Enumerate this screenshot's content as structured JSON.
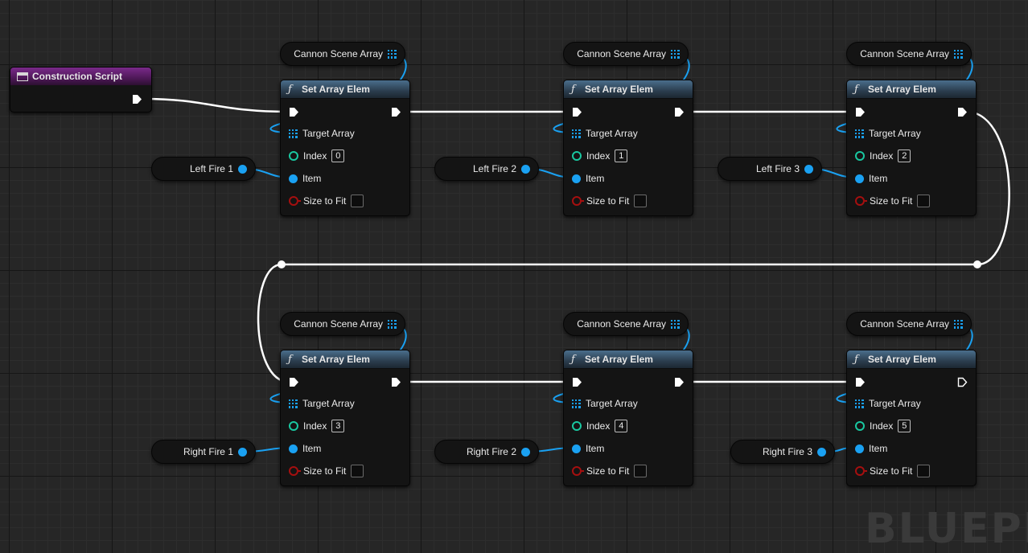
{
  "graph": {
    "watermark": "BLUEPR",
    "construction_script": {
      "title": "Construction Script"
    },
    "set_nodes": [
      {
        "title": "Set Array Elem",
        "target_label": "Target Array",
        "index_label": "Index",
        "index_value": "0",
        "item_label": "Item",
        "size_label": "Size to Fit",
        "array_var": "Cannon Scene Array",
        "item_var": "Left Fire 1"
      },
      {
        "title": "Set Array Elem",
        "target_label": "Target Array",
        "index_label": "Index",
        "index_value": "1",
        "item_label": "Item",
        "size_label": "Size to Fit",
        "array_var": "Cannon Scene Array",
        "item_var": "Left Fire 2"
      },
      {
        "title": "Set Array Elem",
        "target_label": "Target Array",
        "index_label": "Index",
        "index_value": "2",
        "item_label": "Item",
        "size_label": "Size to Fit",
        "array_var": "Cannon Scene Array",
        "item_var": "Left Fire 3"
      },
      {
        "title": "Set Array Elem",
        "target_label": "Target Array",
        "index_label": "Index",
        "index_value": "3",
        "item_label": "Item",
        "size_label": "Size to Fit",
        "array_var": "Cannon Scene Array",
        "item_var": "Right Fire 1"
      },
      {
        "title": "Set Array Elem",
        "target_label": "Target Array",
        "index_label": "Index",
        "index_value": "4",
        "item_label": "Item",
        "size_label": "Size to Fit",
        "array_var": "Cannon Scene Array",
        "item_var": "Right Fire 2"
      },
      {
        "title": "Set Array Elem",
        "target_label": "Target Array",
        "index_label": "Index",
        "index_value": "5",
        "item_label": "Item",
        "size_label": "Size to Fit",
        "array_var": "Cannon Scene Array",
        "item_var": "Right Fire 3"
      }
    ]
  },
  "colors": {
    "exec_wire": "#ffffff",
    "object_wire": "#1aa1f2",
    "function_header": "#3e5f7a",
    "event_header": "#6a2278",
    "integer_pin": "#19c7a0",
    "boolean_pin": "#a50f0f"
  },
  "icons": {
    "function": "function-f-icon",
    "array": "array-grid-icon",
    "exec": "exec-arrow-icon",
    "event": "event-window-icon"
  }
}
